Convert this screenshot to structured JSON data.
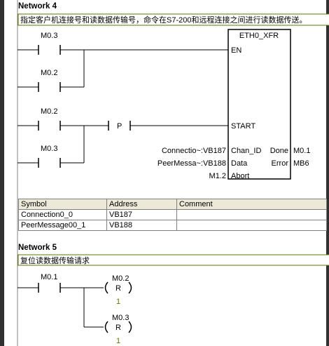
{
  "network4": {
    "title": "Network 4",
    "comment": "指定客户机连接号和读数据传输号，命令在S7-200和远程连接之间进行读数据传送。",
    "contacts": [
      "M0.3",
      "M0.2",
      "M0.2",
      "M0.3"
    ],
    "pulse_label": "P",
    "block": {
      "name": "ETH0_XFR",
      "pins": {
        "en": "EN",
        "start": "START",
        "chan_id": "Chan_ID",
        "data": "Data",
        "abort": "Abort",
        "done": "Done",
        "error": "Error"
      },
      "params": {
        "chan_id": "Connectio~:VB187",
        "data": "PeerMessa~:VB188",
        "abort": "M1.2",
        "done": "M0.1",
        "error": "MB6"
      }
    }
  },
  "symbol_table": {
    "headers": [
      "Symbol",
      "Address",
      "Comment"
    ],
    "rows": [
      [
        "Connection0_0",
        "VB187",
        ""
      ],
      [
        "PeerMessage00_1",
        "VB188",
        ""
      ]
    ]
  },
  "network5": {
    "title": "Network 5",
    "comment": "复位读数据传输请求",
    "contact": "M0.1",
    "coils": [
      {
        "operand": "M0.2",
        "type": "R",
        "count": "1"
      },
      {
        "operand": "M0.3",
        "type": "R",
        "count": "1"
      }
    ]
  }
}
